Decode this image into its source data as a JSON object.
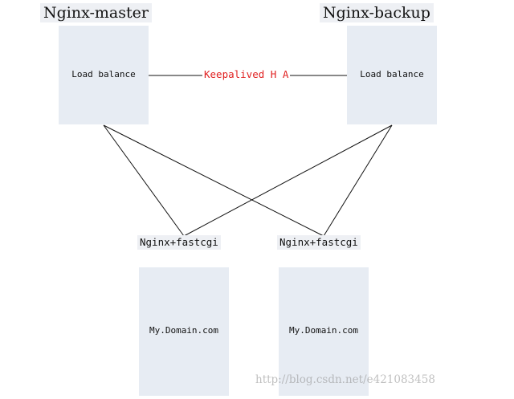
{
  "nodes": {
    "master_title": "Nginx-master",
    "backup_title": "Nginx-backup",
    "master_box_label": "Load balance",
    "backup_box_label": "Load balance",
    "ha_label": "Keepalived H A",
    "fastcgi_left_label": "Nginx+fastcgi",
    "fastcgi_right_label": "Nginx+fastcgi",
    "server_left_label": "My.Domain.com",
    "server_right_label": "My.Domain.com"
  },
  "colors": {
    "box_fill": "#e7ecf3",
    "line": "#111111",
    "ha_text": "#e02020"
  },
  "watermark": "http://blog.csdn.net/e421083458"
}
